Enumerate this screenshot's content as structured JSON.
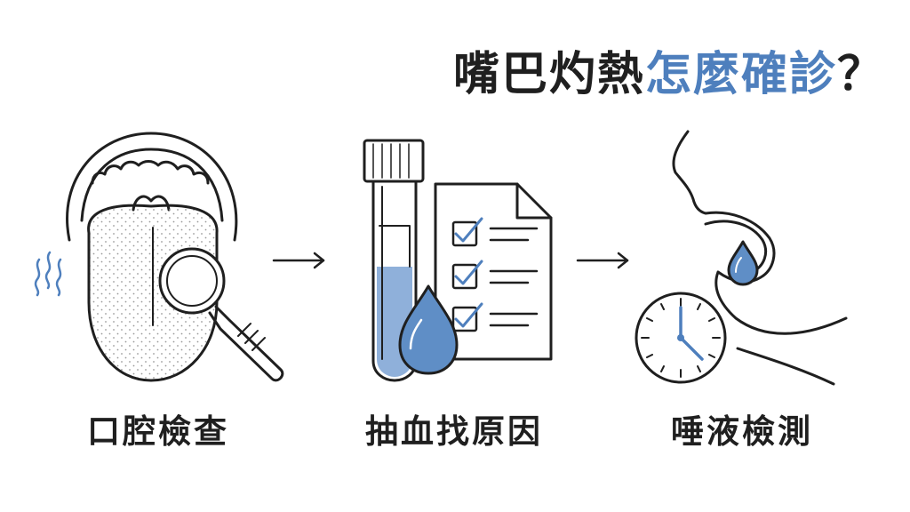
{
  "title": {
    "part1": "嘴巴灼熱",
    "part2": "怎麼確診",
    "punct": "？"
  },
  "steps": [
    {
      "label": "口腔檢查",
      "icon": "tongue-with-magnifier-icon"
    },
    {
      "label": "抽血找原因",
      "icon": "blood-test-tube-with-checklist-icon"
    },
    {
      "label": "唾液檢測",
      "icon": "saliva-drop-with-clock-icon"
    }
  ],
  "colors": {
    "ink": "#1f1f1f",
    "accent": "#4e7fbd",
    "fill_light": "#8fb0da"
  }
}
